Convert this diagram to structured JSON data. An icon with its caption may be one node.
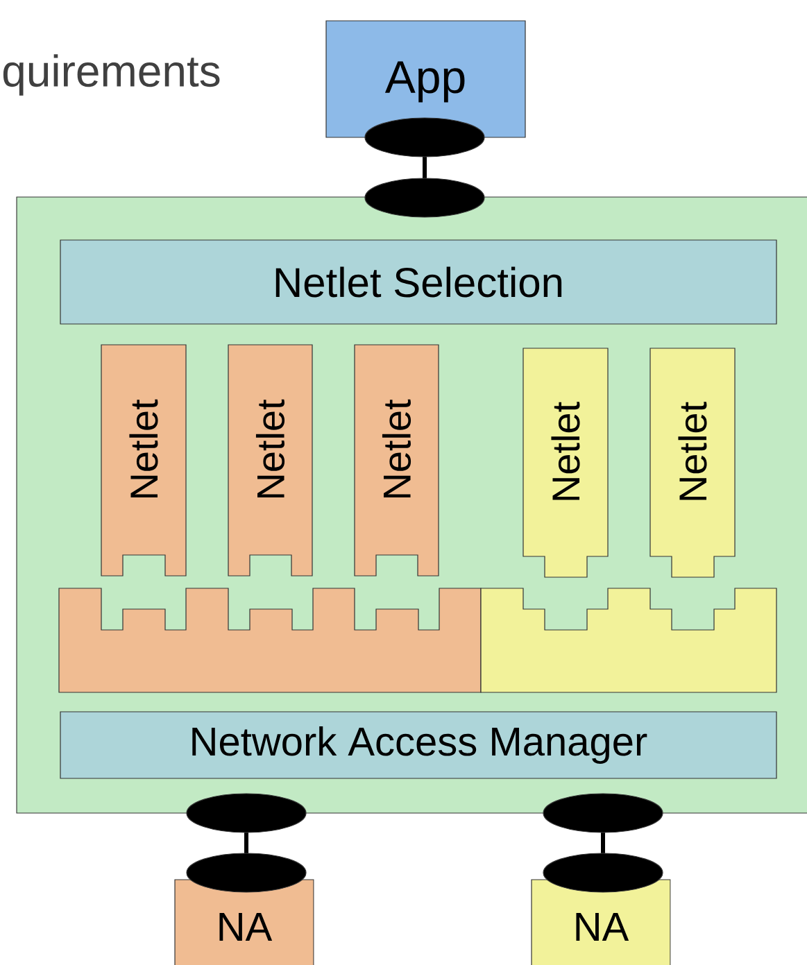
{
  "diagram": {
    "nodes": [
      {
        "text": [
          "App"
        ]
      },
      {
        "text": [],
        "shape": "box"
      },
      {
        "text": [
          "Netlet Selection"
        ],
        "in": 1
      },
      {
        "text": [
          "Netlet"
        ],
        "in": 1
      },
      {
        "text": [
          "Netlet"
        ],
        "in": 1
      },
      {
        "text": [
          "Netlet"
        ],
        "in": 1
      },
      {
        "text": [
          "Netlet"
        ],
        "in": 1
      },
      {
        "text": [
          "Netlet"
        ],
        "in": 1
      },
      {
        "text": [],
        "shape": "box",
        "in": 1
      },
      {
        "text": [],
        "shape": "box",
        "in": 1
      },
      {
        "text": [
          "Network Access Manager"
        ],
        "in": 1
      },
      {
        "text": [
          "NA"
        ]
      },
      {
        "text": [
          "NA"
        ]
      },
      {
        "text": [],
        "shape": "ellipse"
      },
      {
        "text": [],
        "shape": "ellipse"
      },
      {
        "text": [],
        "shape": "ellipse"
      },
      {
        "text": [],
        "shape": "ellipse"
      },
      {
        "text": [],
        "shape": "ellipse"
      },
      {
        "text": [],
        "shape": "ellipse"
      }
    ],
    "edges": [
      {
        "from": 13,
        "to": 14,
        "arrow": "none"
      },
      {
        "from": 15,
        "to": 16,
        "arrow": "none"
      },
      {
        "from": 17,
        "to": 18,
        "arrow": "none"
      }
    ],
    "labels": [
      "quirements"
    ]
  }
}
